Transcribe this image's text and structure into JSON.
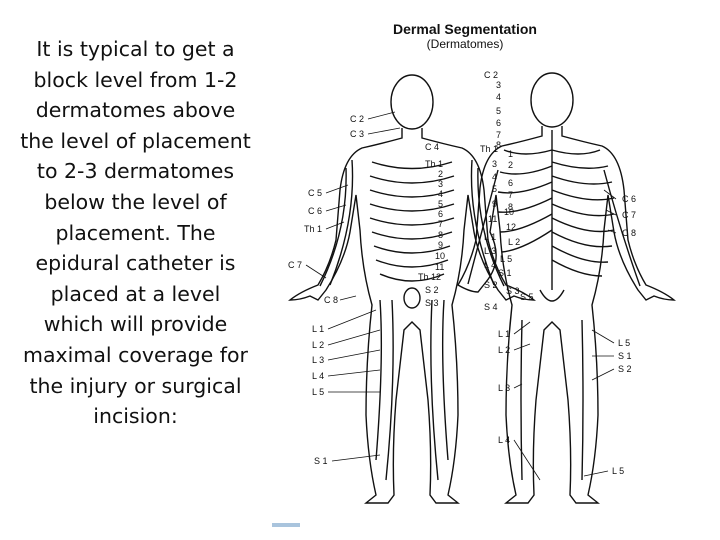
{
  "slide": {
    "body_text": "It is typical to get a block level from 1-2 dermatomes above the level of placement to 2-3 dermatomes below the level of placement.  The epidural catheter is placed at a level which will provide maximal coverage for the injury or surgical incision:"
  },
  "diagram": {
    "title": "Dermal Segmentation",
    "subtitle": "(Dermatomes)",
    "front_labels": [
      "C 2",
      "C 3",
      "C 5",
      "C 6",
      "Th 1",
      "C 7",
      "C 8",
      "L 1",
      "L 2",
      "L 3",
      "L 4",
      "L 5",
      "S 1"
    ],
    "front_center_labels": [
      "C 4",
      "Th 1",
      "2",
      "3",
      "4",
      "5",
      "6",
      "7",
      "8",
      "9",
      "10",
      "11",
      "Th 12",
      "S 2",
      "S 3"
    ],
    "back_spine_labels": [
      "C 2",
      "3",
      "4",
      "5",
      "6",
      "7",
      "Th 1",
      "8",
      "1",
      "2",
      "3",
      "4",
      "5",
      "6",
      "7",
      "8",
      "9",
      "10",
      "11",
      "12",
      "L 1",
      "L 2",
      "L 3",
      "L 4",
      "L 5",
      "S 1",
      "S 2",
      "S 3",
      "S 4",
      "S 5"
    ],
    "back_right_labels": [
      "C 6",
      "C 7",
      "C 8",
      "L 5",
      "S 1",
      "S 2"
    ],
    "back_other_labels": [
      "L 1",
      "L 2",
      "L 3",
      "L 4",
      "L 5"
    ]
  },
  "colors": {
    "line": "#111111",
    "accent": "#a9c4dd"
  }
}
